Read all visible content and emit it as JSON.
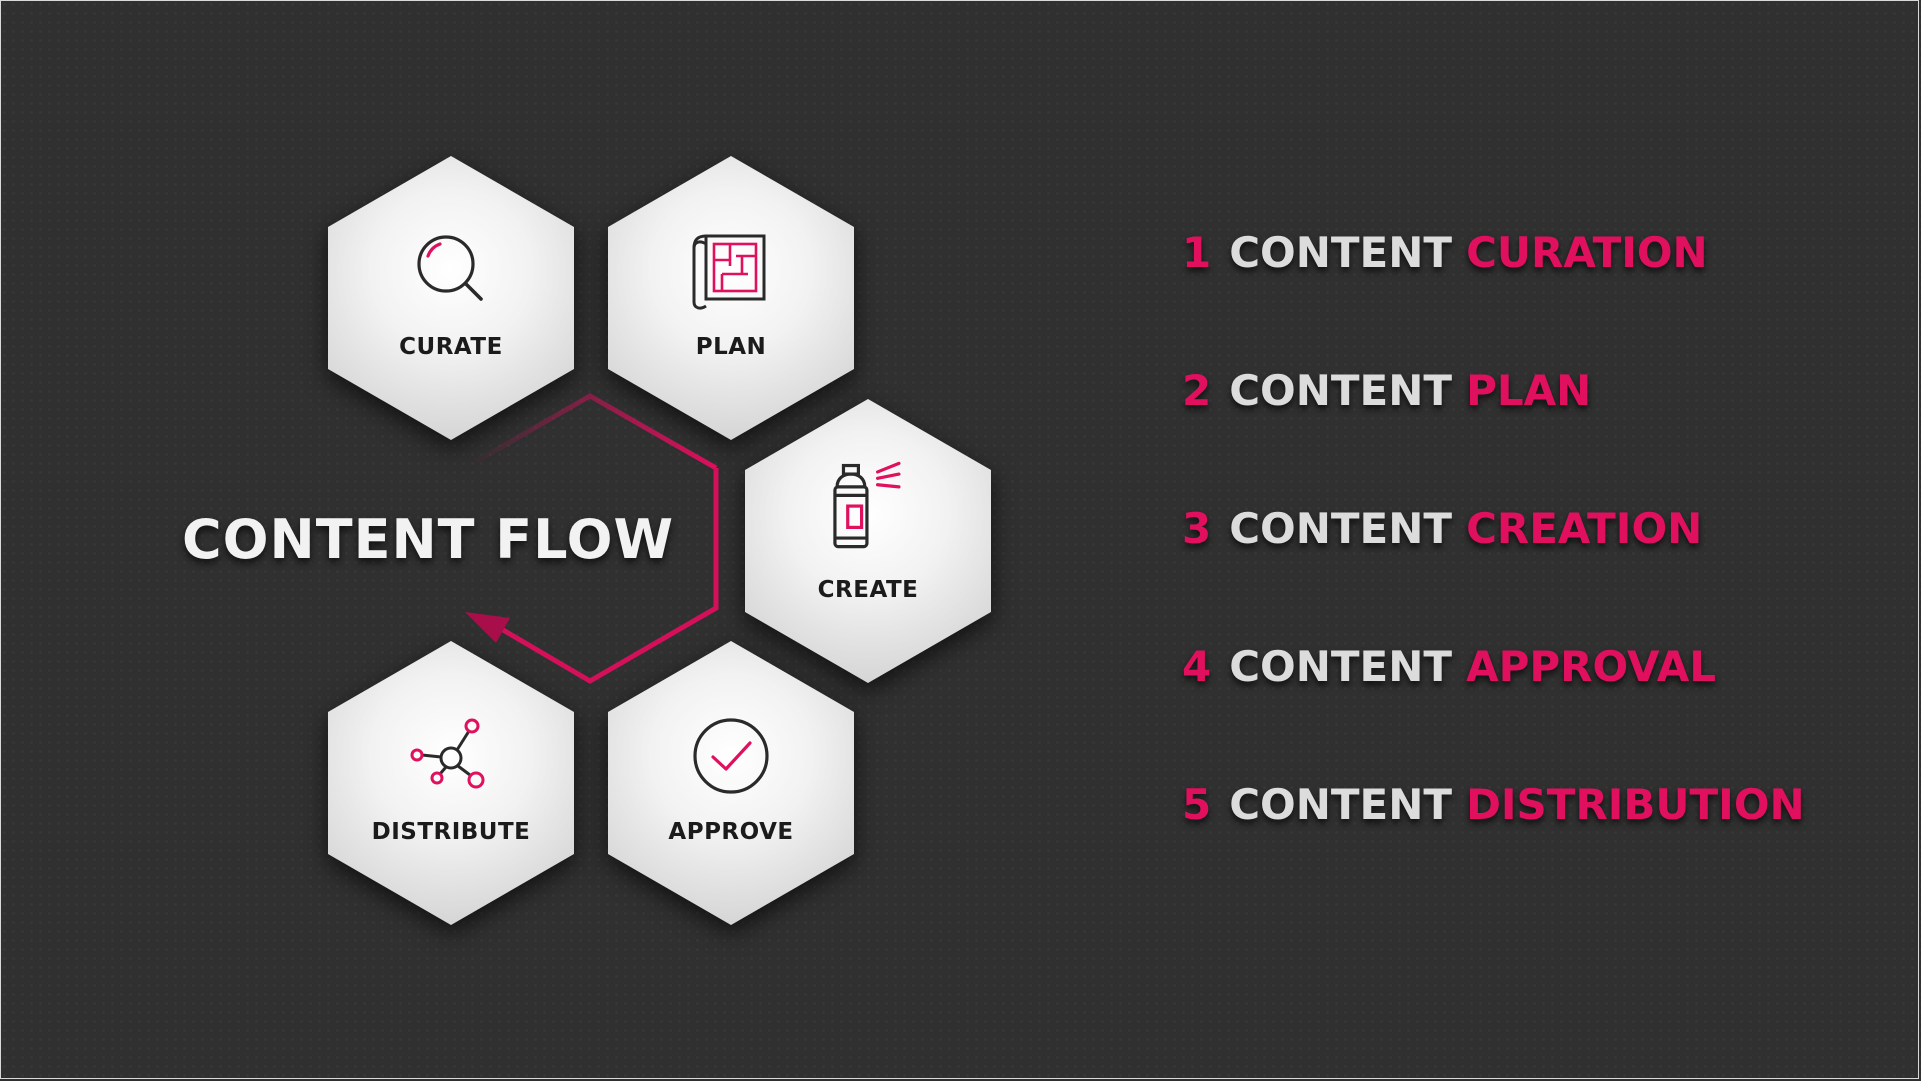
{
  "colors": {
    "background": "#303030",
    "accent": "#e0105e",
    "hex_fill": "#f2f2f2",
    "text_light": "#dcdcdc",
    "label_dark": "#1b1b1b"
  },
  "title": "CONTENT FLOW",
  "hexagons": [
    {
      "label": "CURATE",
      "icon": "magnifier-icon"
    },
    {
      "label": "PLAN",
      "icon": "blueprint-icon"
    },
    {
      "label": "CREATE",
      "icon": "spray-can-icon"
    },
    {
      "label": "APPROVE",
      "icon": "checkmark-circle-icon"
    },
    {
      "label": "DISTRIBUTE",
      "icon": "network-nodes-icon"
    }
  ],
  "steps": [
    {
      "number": "1",
      "word": "CONTENT",
      "highlight": "CURATION"
    },
    {
      "number": "2",
      "word": "CONTENT",
      "highlight": "PLAN"
    },
    {
      "number": "3",
      "word": "CONTENT",
      "highlight": "CREATION"
    },
    {
      "number": "4",
      "word": "CONTENT",
      "highlight": "APPROVAL"
    },
    {
      "number": "5",
      "word": "CONTENT",
      "highlight": "DISTRIBUTION"
    }
  ]
}
